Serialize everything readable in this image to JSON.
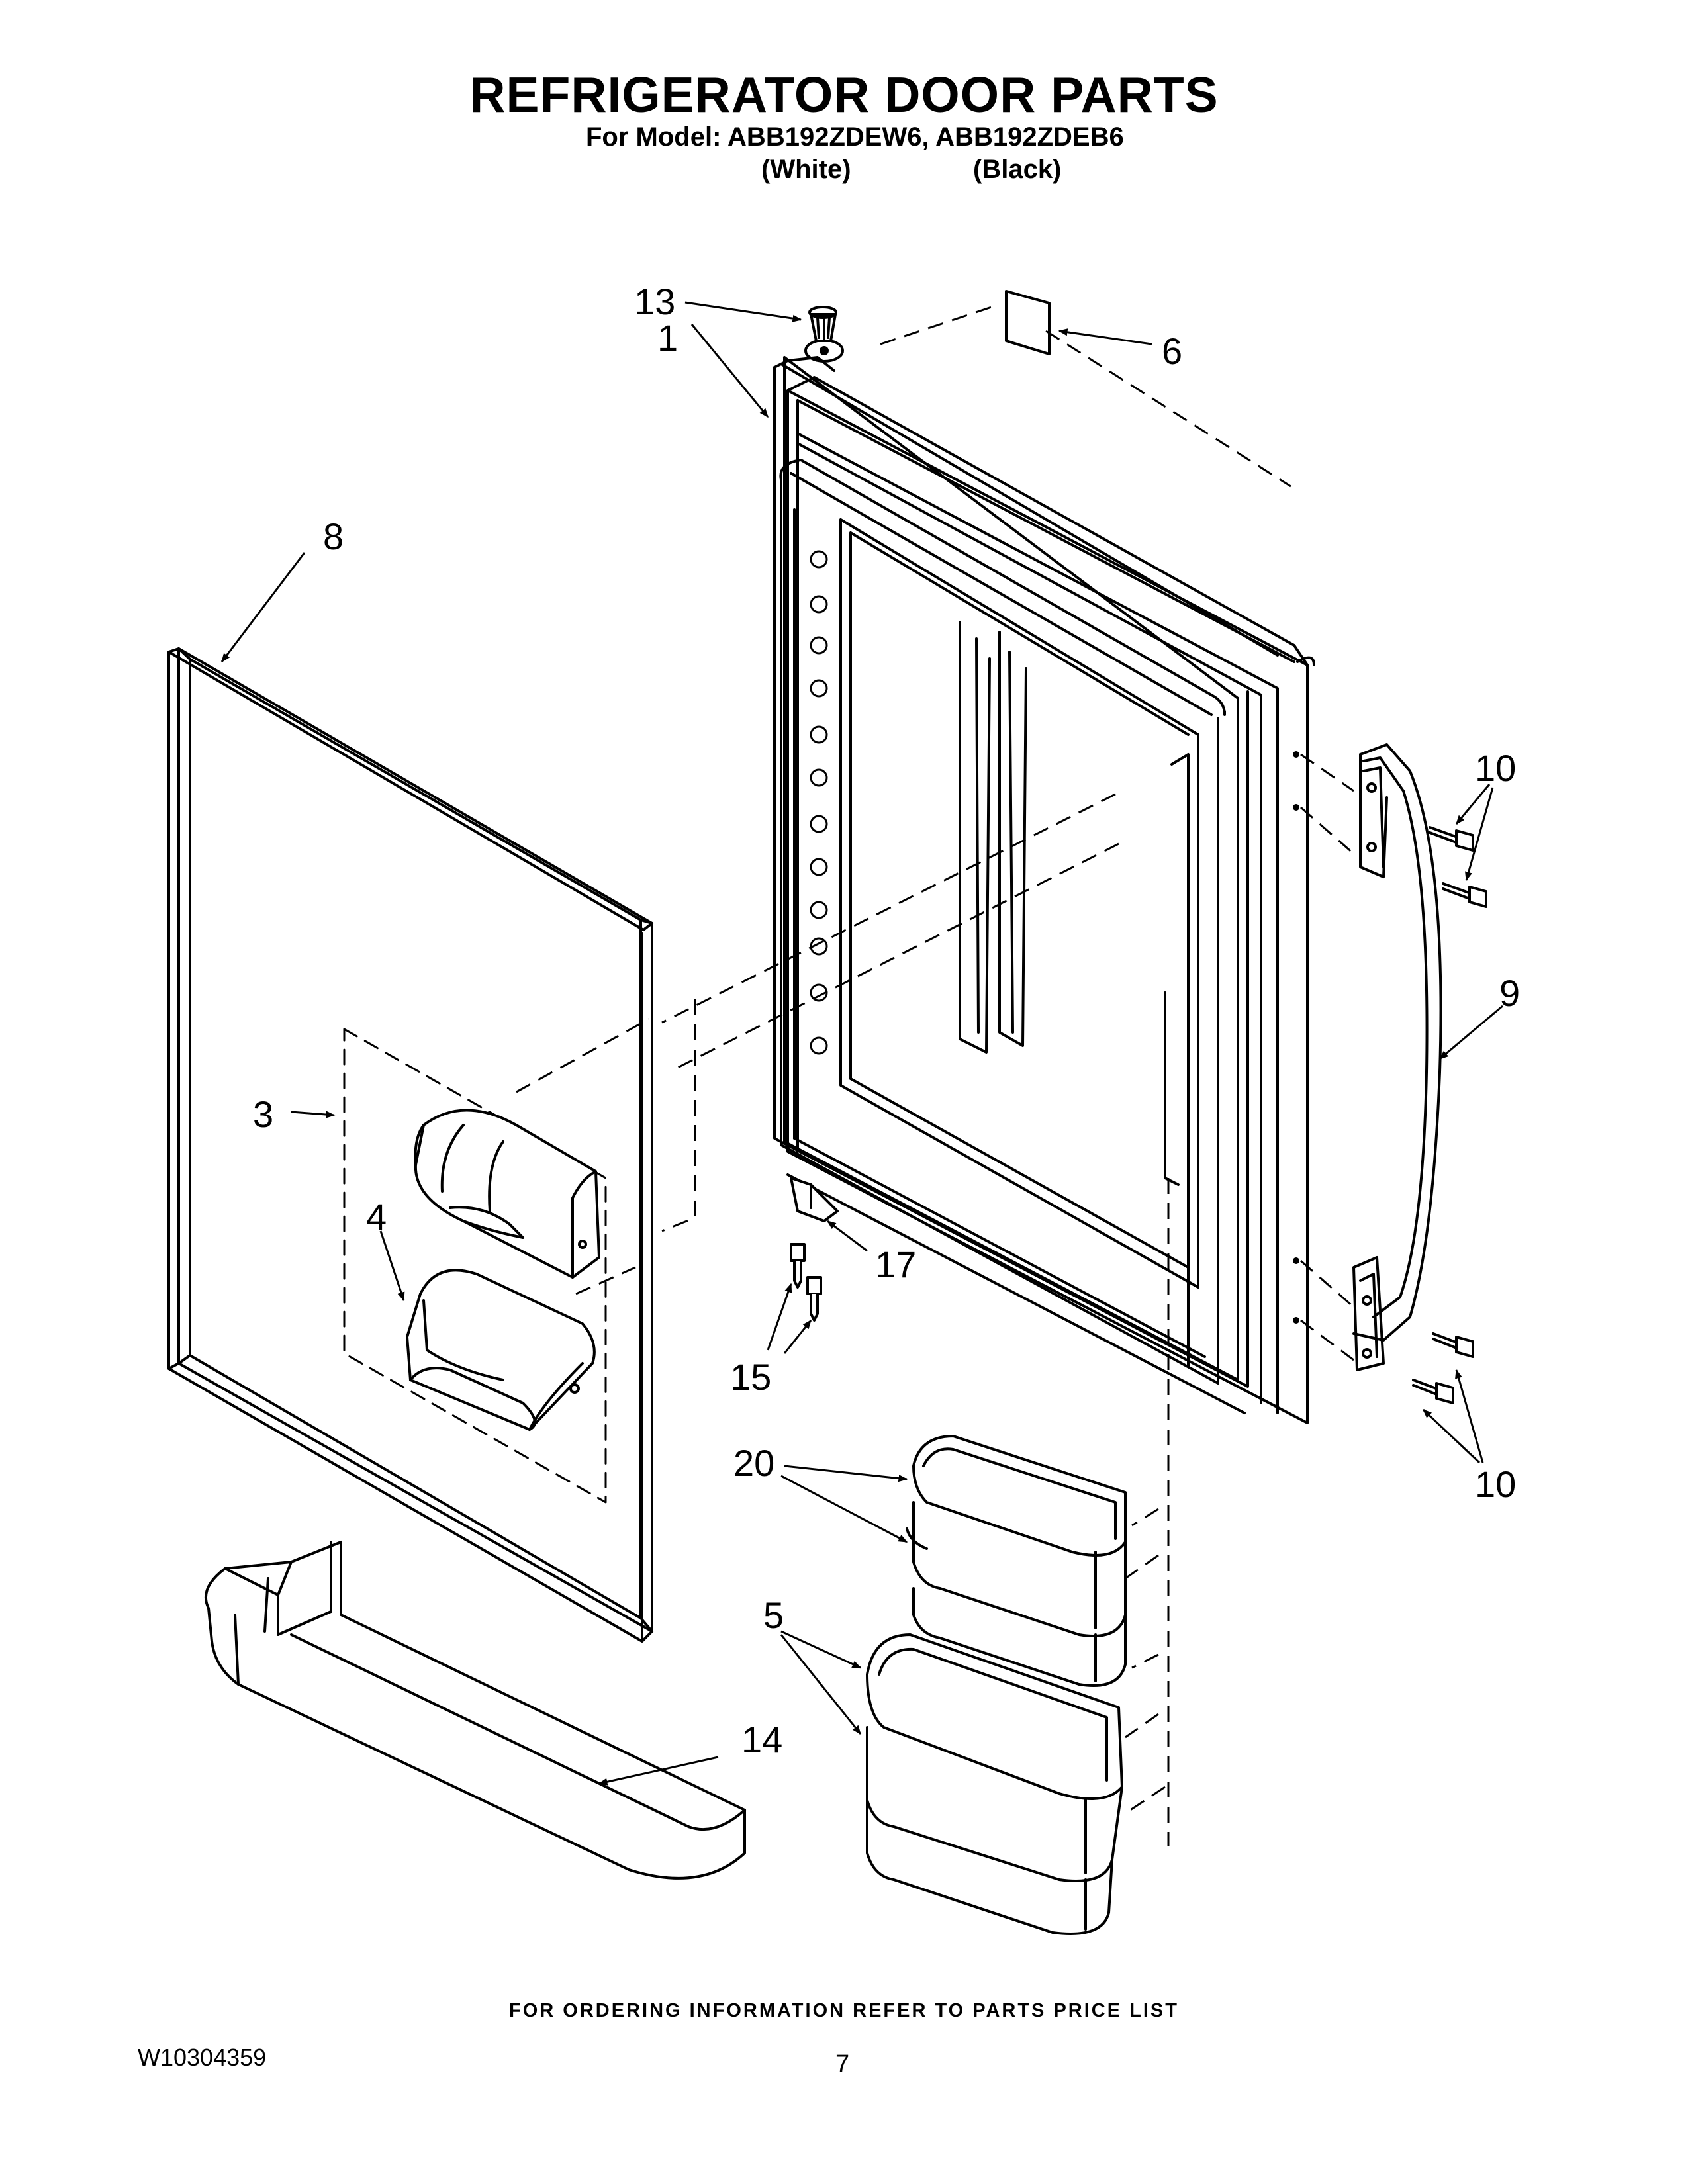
{
  "header": {
    "title": "REFRIGERATOR DOOR PARTS",
    "model_line": "For Model: ABB192ZDEW6, ABB192ZDEB6",
    "color_white": "(White)",
    "color_black": "(Black)"
  },
  "callouts": {
    "c1": "1",
    "c3": "3",
    "c4": "4",
    "c5": "5",
    "c6": "6",
    "c8": "8",
    "c9": "9",
    "c10a": "10",
    "c10b": "10",
    "c13": "13",
    "c14": "14",
    "c15": "15",
    "c17": "17",
    "c20": "20"
  },
  "footer": {
    "ordering_note": "FOR ORDERING INFORMATION REFER TO PARTS PRICE LIST",
    "document_number": "W10304359",
    "page_number": "7"
  }
}
